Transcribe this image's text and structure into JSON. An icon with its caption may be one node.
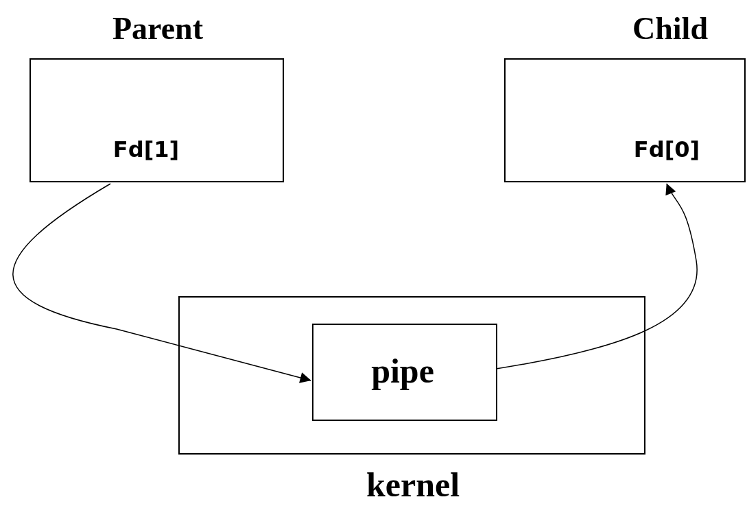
{
  "diagram": {
    "nodes": [
      {
        "text": [
          "Parent",
          "Fd[1]"
        ]
      },
      {
        "text": [
          "Child",
          "Fd[0]"
        ]
      },
      {
        "text": [
          "kernel"
        ]
      },
      {
        "text": [
          "pipe"
        ],
        "in": 2
      }
    ],
    "edges": [
      {
        "from": 0,
        "to": 3,
        "arrow": "to"
      },
      {
        "from": 3,
        "to": 1,
        "arrow": "to"
      }
    ]
  }
}
